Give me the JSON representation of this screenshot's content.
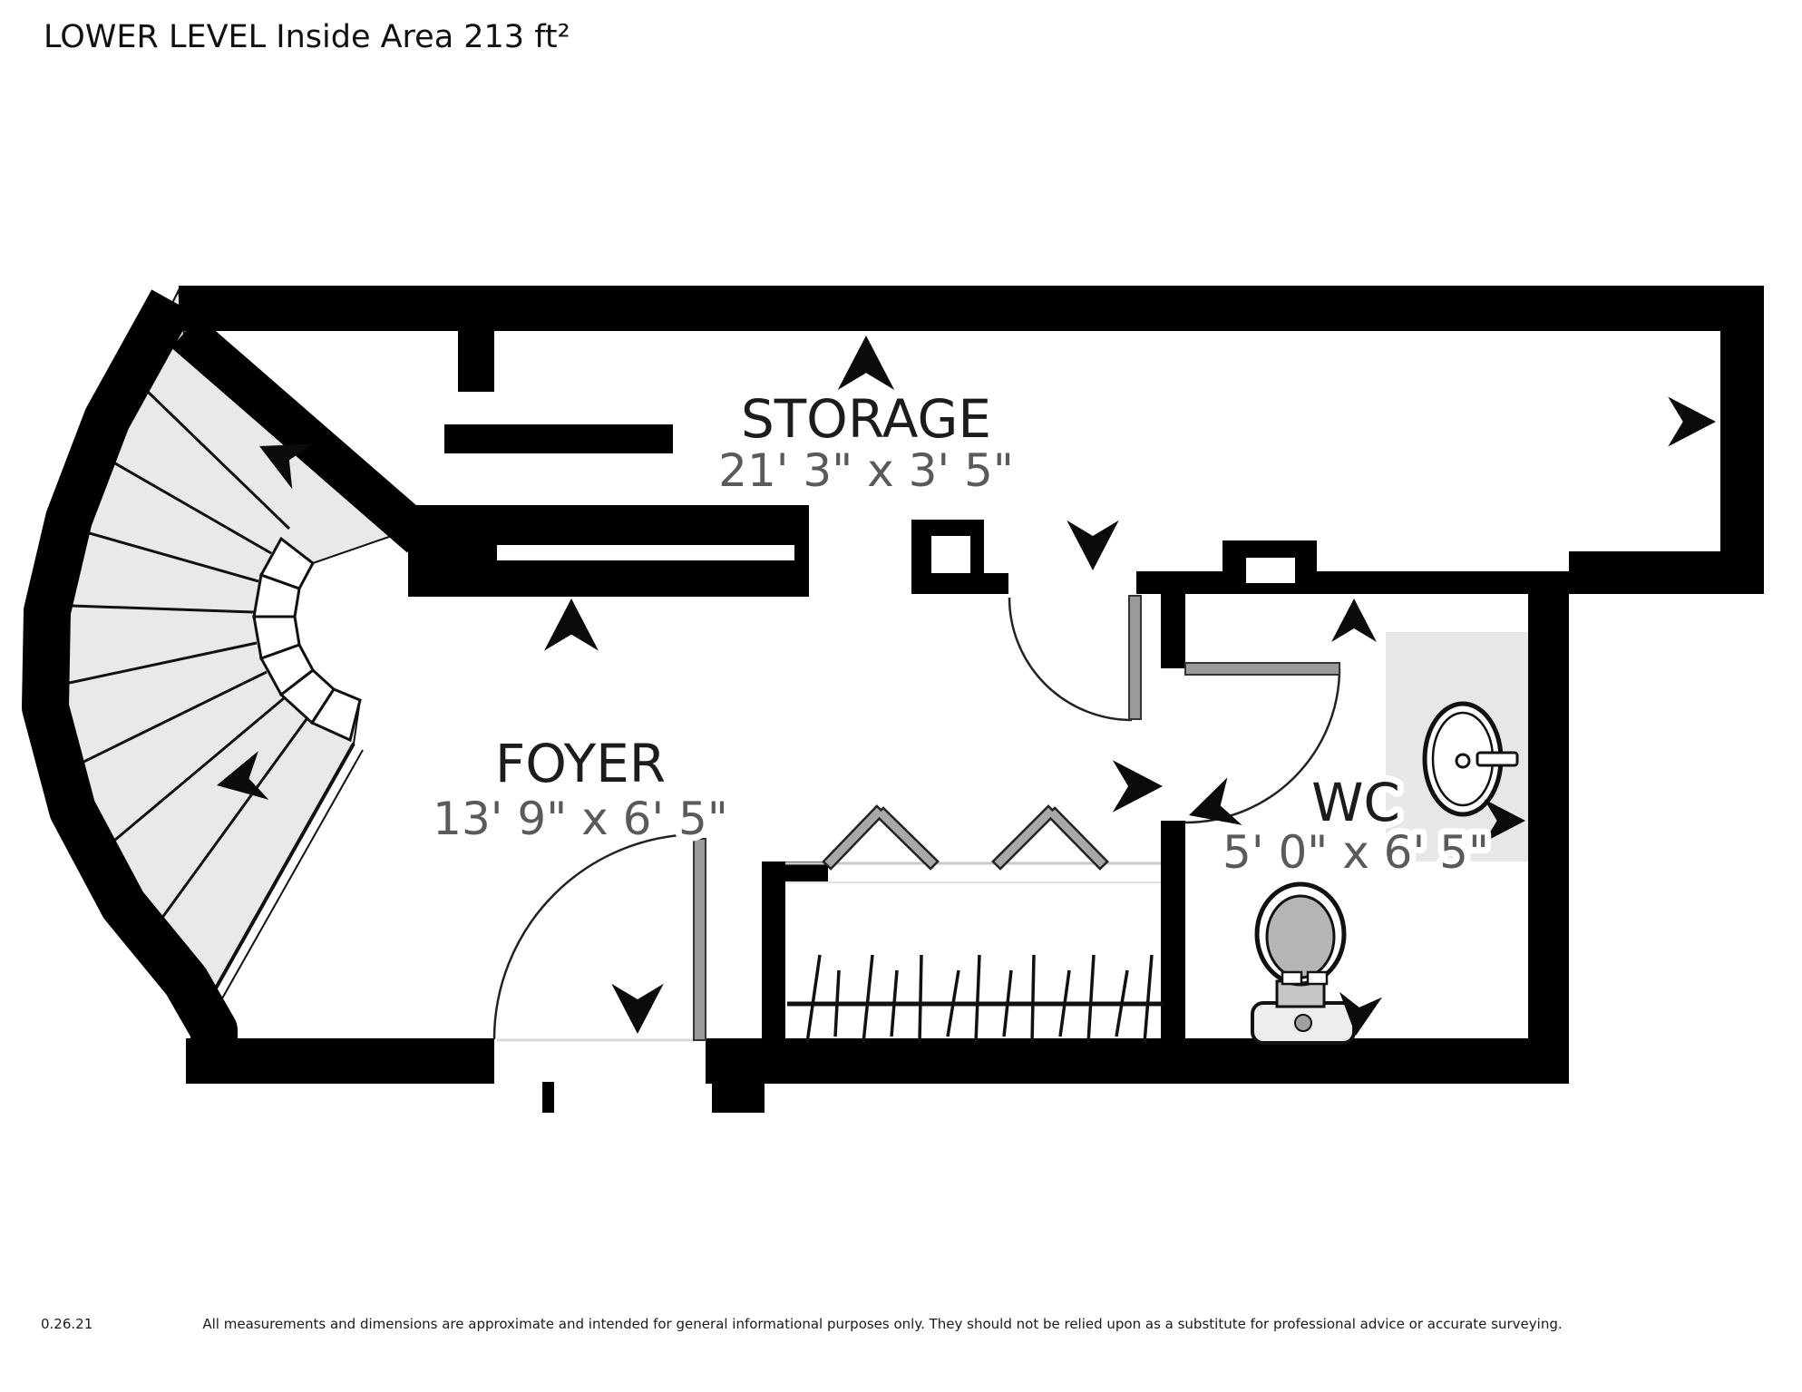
{
  "title": "LOWER LEVEL Inside Area 213 ft²",
  "rooms": {
    "storage": {
      "name": "STORAGE",
      "dims": "21' 3\" x 3' 5\""
    },
    "foyer": {
      "name": "FOYER",
      "dims": "13' 9\" x 6' 5\""
    },
    "wc": {
      "name": "WC",
      "dims": "5' 0\" x 6' 5\""
    }
  },
  "footer": {
    "code": "0.26.21",
    "disclaimer": "All measurements and dimensions are approximate and intended for general informational purposes only. They should not be relied upon as a substitute for professional advice or accurate surveying."
  },
  "icons": {
    "toilet": "toilet-icon",
    "sink": "sink-icon",
    "hangers": "clothes-hanger-icons",
    "direction_arrows": "direction-arrow-icon"
  },
  "colors": {
    "wall": "#000000",
    "room_name": "#1c1c1c",
    "dims_text": "#5a5a5a",
    "stair_fill": "#e9e9e9",
    "fixture_gray": "#b5b5b5",
    "counter": "#e7e7e7",
    "door_leaf": "#9a9a9a"
  }
}
